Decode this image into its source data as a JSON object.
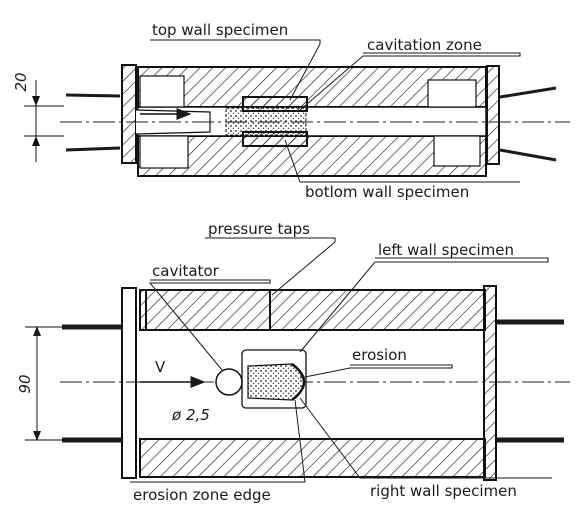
{
  "top_view": {
    "labels": {
      "top_wall": "top wall specimen",
      "cavitation_zone": "cavitation zone",
      "bottom_wall": "botlom wall specimen"
    },
    "dimension": "20"
  },
  "bottom_view": {
    "labels": {
      "pressure_taps": "pressure taps",
      "cavitator": "cavitator",
      "left_wall": "left wall specimen",
      "erosion": "erosion",
      "erosion_edge": "erosion zone edge",
      "right_wall": "right wall specimen"
    },
    "velocity": "V",
    "diameter": "ø 2,5",
    "dimension": "90"
  }
}
